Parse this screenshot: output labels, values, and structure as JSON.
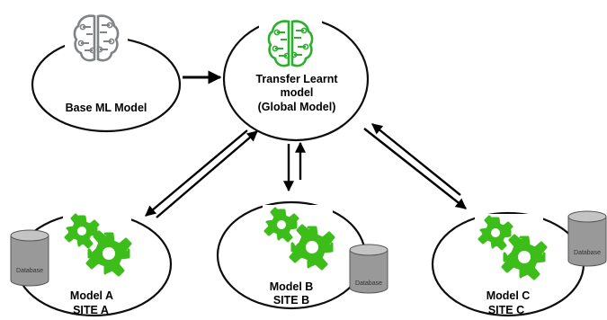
{
  "nodes": {
    "base": {
      "label": "Base ML Model"
    },
    "global": {
      "line1": "Transfer Learnt",
      "line2": "model",
      "line3": "(Global Model)"
    },
    "site_a": {
      "model": "Model  A",
      "site": "SITE A"
    },
    "site_b": {
      "model": "Model  B",
      "site": "SITE B"
    },
    "site_c": {
      "model": "Model  C",
      "site": "SITE C"
    }
  },
  "database_label": "Database",
  "colors": {
    "ellipse_stroke": "#0d0d0d",
    "brain_gray": "#808385",
    "brain_green": "#2ab02a",
    "gear_green": "#3dbd1a",
    "db_body": "#999999",
    "db_top": "#c4c4c4"
  }
}
